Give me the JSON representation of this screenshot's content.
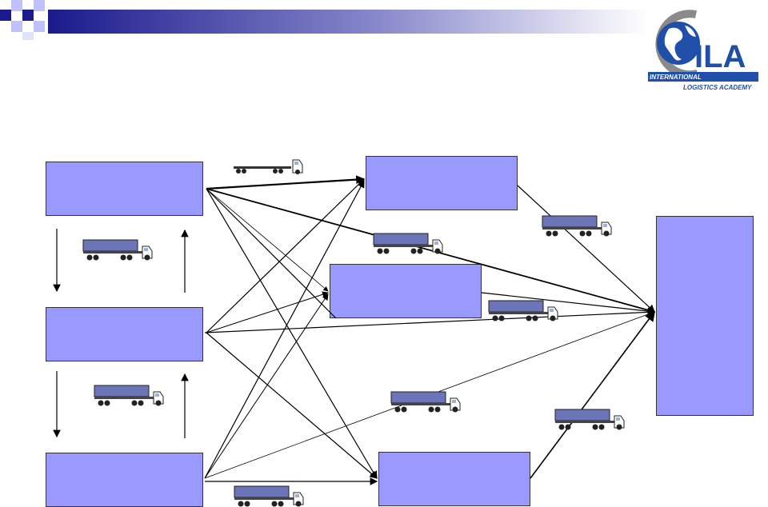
{
  "colors": {
    "box_fill": "#9999ff",
    "banner_dark": "#1a1a8c",
    "banner_light": "#c0c0ff",
    "logo_grey": "#8a8a8a",
    "logo_blue": "#1f4fa8"
  },
  "logo": {
    "letters": "ILA",
    "line1": "INTERNATIONAL",
    "line2": "LOGISTICS ACADEMY"
  },
  "icons": {
    "truck": "truck-icon",
    "flatbed": "flatbed-truck-icon",
    "globe": "globe-icon"
  }
}
